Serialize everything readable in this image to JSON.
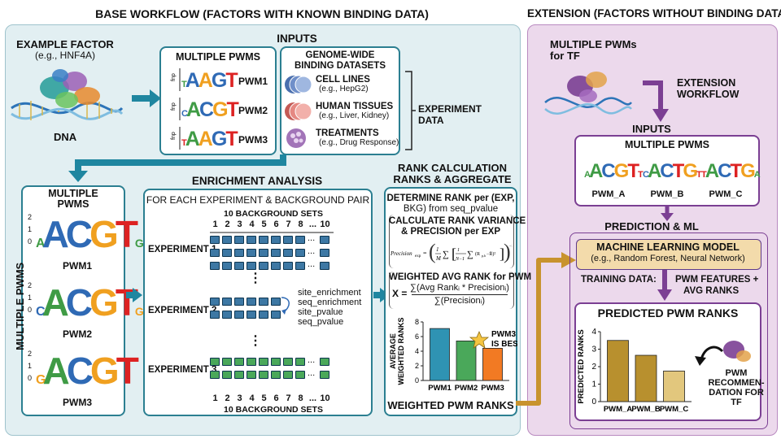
{
  "base": {
    "title": "BASE WORKFLOW (FACTORS WITH KNOWN BINDING DATA)",
    "example_factor": {
      "title": "EXAMPLE FACTOR",
      "subtitle": "(e.g., HNF4A)",
      "dna": "DNA"
    },
    "inputs": {
      "title": "INPUTS",
      "pwms": {
        "title": "MULTIPLE PWMS",
        "axis": "fnp",
        "items": [
          "PWM1",
          "PWM2",
          "PWM3"
        ]
      },
      "datasets": {
        "title_line1": "GENOME-WIDE",
        "title_line2": "BINDING DATASETS",
        "items": [
          {
            "name": "CELL LINES",
            "example": "(e.g., HepG2)",
            "color": "#6f8fc9"
          },
          {
            "name": "HUMAN TISSUES",
            "example": "(e.g., Liver, Kidney)",
            "color": "#e58882"
          },
          {
            "name": "TREATMENTS",
            "example": "(e.g., Drug Response)",
            "color": "#a274b8"
          }
        ]
      },
      "experiment_data": {
        "line1": "EXPERIMENT",
        "line2": "DATA"
      }
    },
    "multiple_pwms": {
      "title_line1": "MULTIPLE",
      "title_line2": "PWMS",
      "side_label": "MULTIPLE PWMS",
      "items": [
        "PWM1",
        "PWM2",
        "PWM3"
      ]
    },
    "enrichment": {
      "title": "ENRICHMENT ANALYSIS",
      "subtitle": "FOR EACH EXPERIMENT & BACKGROUND PAIR",
      "bg_label": "10 BACKGROUND SETS",
      "bg_numbers": [
        "1",
        "2",
        "3",
        "4",
        "5",
        "6",
        "7",
        "8",
        "...",
        "10"
      ],
      "experiments": [
        "EXPERIMENT 1",
        "EXPERIMENT 2",
        "EXPERIMENT 3"
      ],
      "vdots": "⋮",
      "hdots": "...",
      "metrics": [
        "site_enrichment",
        "seq_enrichment",
        "site_pvalue",
        "seq_pvalue"
      ]
    },
    "rank": {
      "title_line1": "RANK CALCULATION",
      "title_line2": "RANKS & AGGREGATE",
      "determine_line1": "DETERMINE RANK per (EXP,",
      "determine_line2": "BKG) from seq_pvalue",
      "variance_line1": "CALCULATE RANK VARIANCE",
      "variance_line2": "& PRECISION per EXP",
      "weighted_title": "WEIGHTED AVG RANK for PWM",
      "formula_lhs": "X =",
      "formula_num": "∑(Avg Rankᵢ * Precisionᵢ)",
      "formula_den": "∑(Precisionᵢ)",
      "footer": "WEIGHTED PWM RANKS",
      "best_line1": "PWM3",
      "best_line2": "IS BEST"
    }
  },
  "extension": {
    "title": "EXTENSION (FACTORS WITHOUT BINDING DATA)",
    "pwms_for_tf_line1": "MULTIPLE PWMs",
    "pwms_for_tf_line2": "for TF",
    "workflow_line1": "EXTENSION",
    "workflow_line2": "WORKFLOW",
    "inputs": "INPUTS",
    "multiple_pwms": "MULTIPLE PWMS",
    "pwm_names": [
      "PWM_A",
      "PWM_B",
      "PWM_C"
    ],
    "prediction": "PREDICTION & ML",
    "ml_title": "MACHINE LEARNING MODEL",
    "ml_subtitle": "(e.g., Random Forest, Neural Network)",
    "training_label": "TRAINING DATA:",
    "training_line1": "PWM FEATURES +",
    "training_line2": "AVG RANKS",
    "predicted_title": "PREDICTED PWM RANKS",
    "recommendation_lines": [
      "PWM",
      "RECOMMEN-",
      "DATION FOR",
      "TF"
    ]
  },
  "chart_data": [
    {
      "type": "bar",
      "title": "",
      "ylabel": "AVERAGE WEIGHTED RANKS",
      "categories": [
        "PWM1",
        "PWM2",
        "PWM3"
      ],
      "values": [
        7.1,
        5.4,
        4.4
      ],
      "ylim": [
        0,
        8
      ],
      "yticks": [
        0,
        2,
        4,
        6,
        8
      ],
      "colors": [
        "#2f93b3",
        "#4aa85a",
        "#f27a23"
      ]
    },
    {
      "type": "bar",
      "title": "PREDICTED PWM RANKS",
      "ylabel": "PREDICTED RANKS",
      "categories": [
        "PWM_A",
        "PWM_B",
        "PWM_C"
      ],
      "values": [
        3.5,
        2.65,
        1.75
      ],
      "ylim": [
        0,
        4
      ],
      "yticks": [
        0,
        1,
        2,
        3,
        4
      ],
      "colors": [
        "#b8902e",
        "#b8902e",
        "#e2c77d"
      ]
    }
  ]
}
